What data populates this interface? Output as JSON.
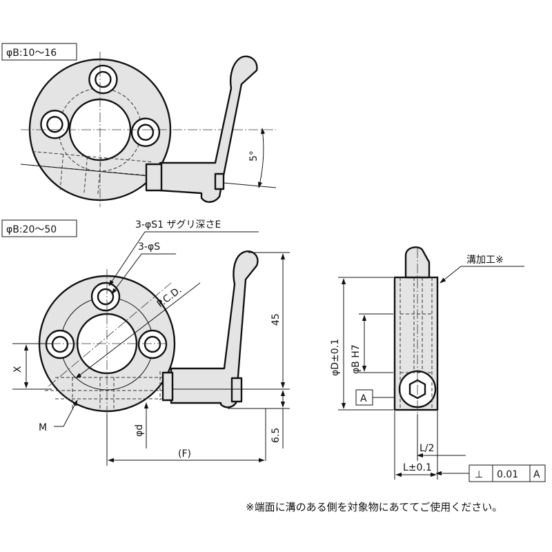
{
  "top_view": {
    "size_label": "φB:10～16",
    "angle_label": "5°"
  },
  "front_view": {
    "size_label": "φB:20～50",
    "counterbore_label": "3-φS1 ザグリ深さE",
    "hole_label": "3-φS",
    "pcd_label": "P.C.D.",
    "dim_45": "45",
    "dim_x": "X",
    "dim_m": "M",
    "dim_d": "φd",
    "dim_65": "6.5",
    "dim_f": "(F)"
  },
  "side_view": {
    "groove_label": "溝加工※",
    "dim_D": "φD±0.1",
    "dim_B": "φB H7",
    "datum_a": "A",
    "dim_L2": "L/2",
    "dim_L": "L±0.1",
    "tol_symbol": "⊥",
    "tol_value": "0.01",
    "tol_datum": "A"
  },
  "footnote": "※端面に溝のある側を対象物にあててご使用ください。"
}
